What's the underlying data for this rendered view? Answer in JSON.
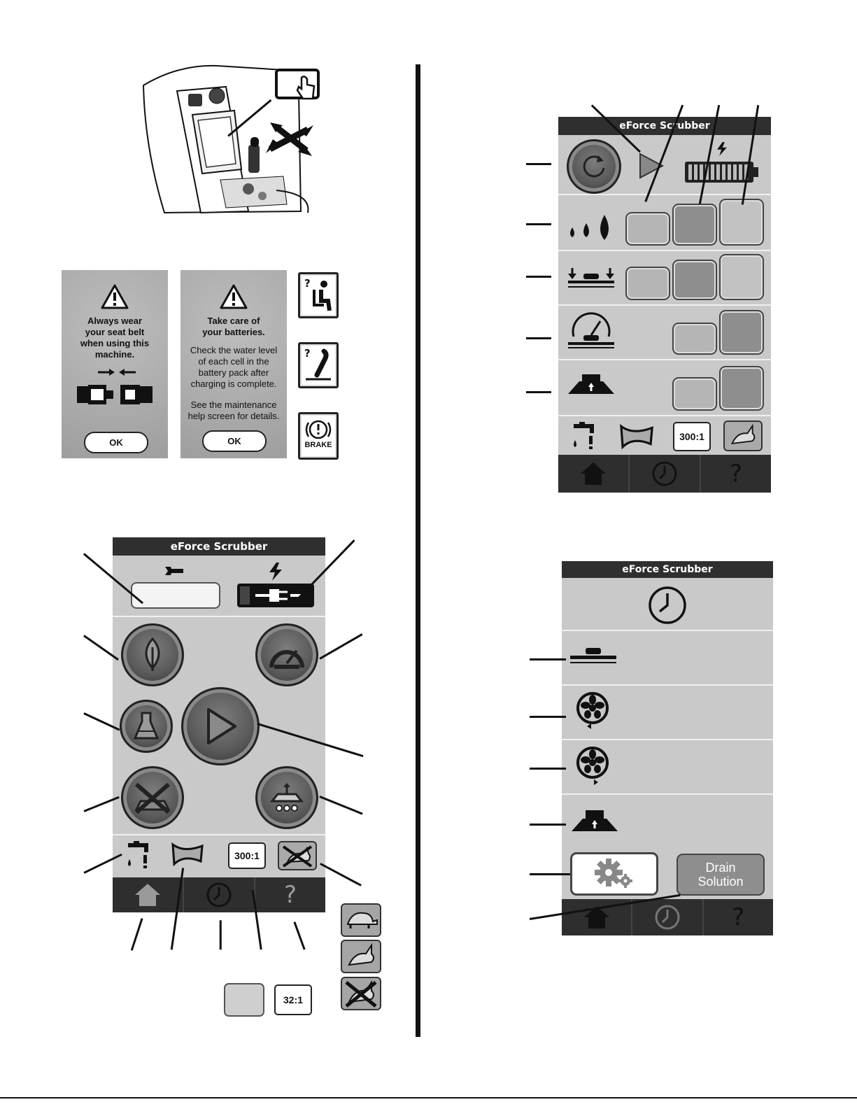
{
  "console": {
    "touch_icon": "touchscreen-icon",
    "move_icon": "four-way-arrow-icon"
  },
  "warnings": {
    "seatbelt": {
      "lines": [
        "Always wear",
        "your seat belt",
        "when using this",
        "machine."
      ],
      "ok": "OK"
    },
    "battery": {
      "title_lines": [
        "Take care of",
        "your batteries."
      ],
      "body_lines": [
        "Check the water level",
        "of each cell in the",
        "battery pack after",
        "charging is complete."
      ],
      "help_lines": [
        "See the maintenance",
        "help screen for details."
      ],
      "ok": "OK"
    },
    "side_icons": {
      "brake_label": "BRAKE"
    }
  },
  "home_screen": {
    "title": "eForce Scrubber",
    "ratio": "300:1",
    "help": "?",
    "extras": {
      "ratio_small": "32:1"
    }
  },
  "settings_screen": {
    "title": "eForce Scrubber",
    "ratio": "300:1",
    "help": "?"
  },
  "timer_screen": {
    "title": "eForce Scrubber",
    "drain_label_line1": "Drain",
    "drain_label_line2": "Solution",
    "help": "?"
  },
  "colors": {
    "screen_bg": "#c9c9c9",
    "title_bar": "#2f2f2f",
    "nav_bar": "#2e2e2e"
  }
}
